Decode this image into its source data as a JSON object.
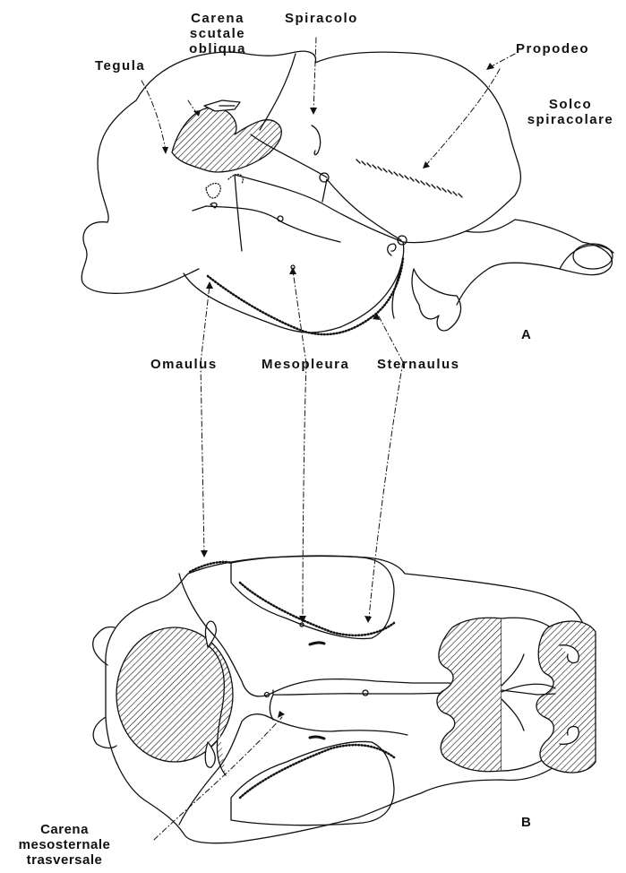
{
  "figure": {
    "view_a": {
      "id": "A",
      "labels": {
        "carena_l1": "Carena",
        "carena_l2": "scutale",
        "carena_l3": "obliqua",
        "spiracolo": "Spiracolo",
        "propodeo": "Propodeo",
        "tegula": "Tegula",
        "solco_l1": "Solco",
        "solco_l2": "spiracolare"
      }
    },
    "shared_labels": {
      "omaulus": "Omaulus",
      "mesopleura": "Mesopleura",
      "sternaulus": "Sternaulus"
    },
    "view_b": {
      "id": "B",
      "labels": {
        "carena_l1": "Carena",
        "carena_l2": "mesosternale",
        "carena_l3": "trasversale"
      }
    }
  },
  "colors": {
    "ink": "#111111",
    "paper": "#ffffff"
  }
}
